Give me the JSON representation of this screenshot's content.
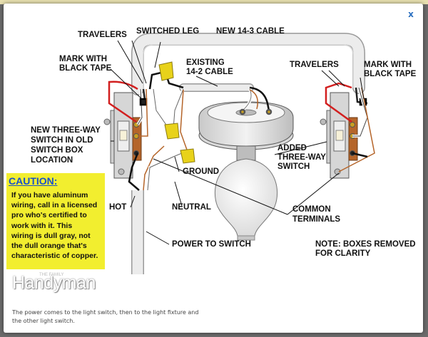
{
  "modal": {
    "close_label": "x"
  },
  "diagram": {
    "labels": {
      "travelers_left": "TRAVELERS",
      "switched_leg": "SWITCHED LEG",
      "new_cable": "NEW 14-3 CABLE",
      "mark_tape_left_1": "MARK WITH",
      "mark_tape_left_2": "BLACK TAPE",
      "existing_1": "EXISTING",
      "existing_2": "14-2 CABLE",
      "travelers_right": "TRAVELERS",
      "mark_tape_right_1": "MARK WITH",
      "mark_tape_right_2": "BLACK TAPE",
      "new_switch_1": "NEW THREE-WAY",
      "new_switch_2": "SWITCH IN OLD",
      "new_switch_3": "SWITCH BOX",
      "new_switch_4": "LOCATION",
      "added_1": "ADDED",
      "added_2": "THREE-WAY",
      "added_3": "SWITCH",
      "ground": "GROUND",
      "hot": "HOT",
      "neutral": "NEUTRAL",
      "common_1": "COMMON",
      "common_2": "TERMINALS",
      "power": "POWER TO SWITCH",
      "note_1": "NOTE: BOXES REMOVED",
      "note_2": "FOR CLARITY"
    },
    "caution": {
      "title": "CAUTION",
      "colon": ":",
      "lines": [
        "If you have aluminum",
        "wiring, call in a licensed",
        "pro who's certified to",
        "work with it. This",
        "wiring is dull gray, not",
        "the dull orange that's",
        "characteristic of copper."
      ]
    },
    "logo": "Handyman",
    "logo_tag": "THE FAMILY"
  },
  "caption": {
    "line1": "The power comes to the light switch, then to the light fixture and",
    "line2": "the other light switch."
  },
  "colors": {
    "caution_bg": "#f2ee2f",
    "caution_title": "#1a52c8",
    "close": "#2a6fc0",
    "wire_red": "#d21f1f",
    "wire_copper": "#b5652a",
    "wire_nut": "#e8d21a"
  }
}
